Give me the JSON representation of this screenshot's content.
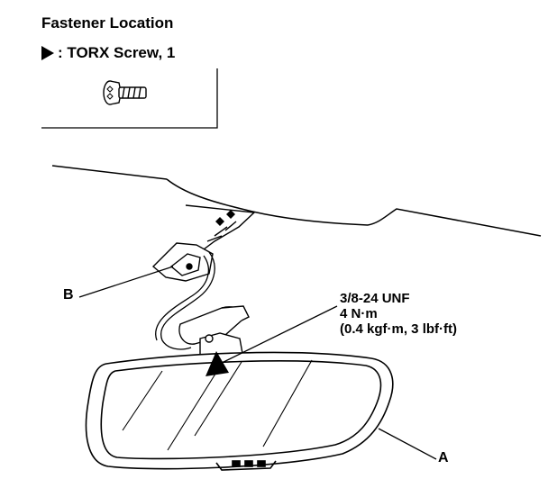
{
  "legend": {
    "title": "Fastener Location",
    "item": ": TORX Screw, 1",
    "item_icon": "torx-screw-icon",
    "marker_icon": "triangle-marker-icon"
  },
  "callouts": {
    "b": "B",
    "a": "A"
  },
  "spec": {
    "thread": "3/8-24 UNF",
    "torque": "4 N·m",
    "torque_alt": "(0.4 kgf·m, 3 lbf·ft)"
  }
}
